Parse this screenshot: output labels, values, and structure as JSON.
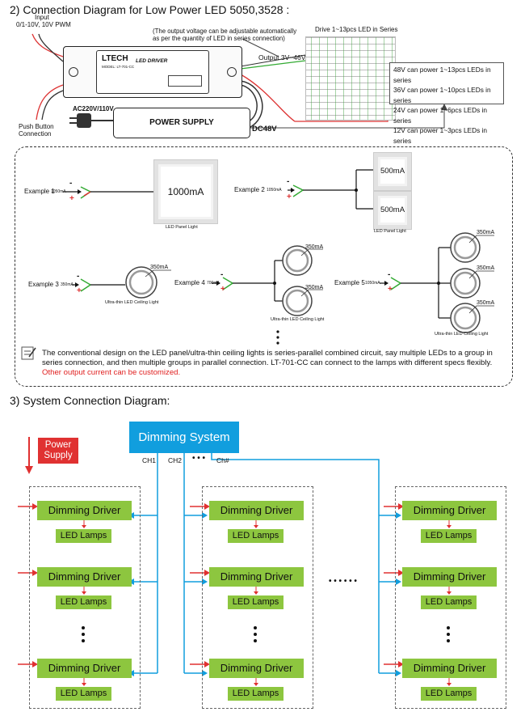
{
  "section2": {
    "title": "2)  Connection Diagram for Low Power LED 5050,3528 :",
    "input_label": "Input",
    "input_spec": "0/1-10V, 10V PWM",
    "push_button_1": "Push Button",
    "push_button_2": "Connection",
    "adjust_note_1": "(The output voltage can be adjustable automatically",
    "adjust_note_2": "as per the quantity of LED in series connection)",
    "output_label": "Output 3V~46V",
    "drive_label": "Drive 1~13pcs LED in Series",
    "ac_label": "AC220V/110V",
    "psu_label": "POWER SUPPLY",
    "dc_label": "DC48V",
    "driver_brand": "LTECH",
    "driver_title": "LED DRIVER",
    "driver_model": "MODEL: LT-701-CC",
    "info_lines": [
      "48V can power 1~13pcs LEDs in series",
      "36V can power 1~10pcs LEDs in series",
      "24V can power 1~6pcs LEDs in series",
      "12V can power 1~3pcs LEDs in series"
    ],
    "examples": {
      "ex1": "Example 1",
      "ex1_ma": "1050mA",
      "ex1_panel": "1000mA",
      "ex1_caption": "LED Panel Light",
      "ex2": "Example 2",
      "ex2_ma": "1050mA",
      "ex2_panel_a": "500mA",
      "ex2_panel_b": "500mA",
      "ex2_caption": "LED Panel Light",
      "ex3": "Example 3",
      "ex3_ma": "350mA",
      "ex3_light": "350mA",
      "ex3_caption": "Ultra-thin LED Ceiling Light",
      "ex4": "Example 4",
      "ex4_ma": "700mA",
      "ex4_light_a": "350mA",
      "ex4_light_b": "350mA",
      "ex4_caption": "Ultra-thin LED Ceiling Light",
      "ex5": "Example 5",
      "ex5_ma": "1050mA",
      "ex5_light_a": "350mA",
      "ex5_light_b": "350mA",
      "ex5_light_c": "350mA",
      "ex5_caption": "Ultra-thin LED Ceiling Light",
      "minus": "-",
      "plus": "+"
    },
    "note_text": "The conventional design on the LED panel/ultra-thin ceiling lights is series-parallel combined circuit, say multiple LEDs to a group in series connection, and then multiple groups in parallel connection. LT-701-CC can connect to the lamps with different specs flexibly.",
    "note_red": "Other output current can be customized."
  },
  "section3": {
    "title": "3)  System Connection Diagram:",
    "dimming_system": "Dimming System",
    "power_supply_1": "Power",
    "power_supply_2": "Supply",
    "ch1": "CH1",
    "ch2": "CH2",
    "chn": "Ch#",
    "dots": "• • •",
    "hdots": "• • • • • •",
    "dimming_driver": "Dimming Driver",
    "led_lamps": "LED Lamps"
  },
  "colors": {
    "blue": "#119ede",
    "green": "#8dc63f",
    "red": "#e03131"
  }
}
